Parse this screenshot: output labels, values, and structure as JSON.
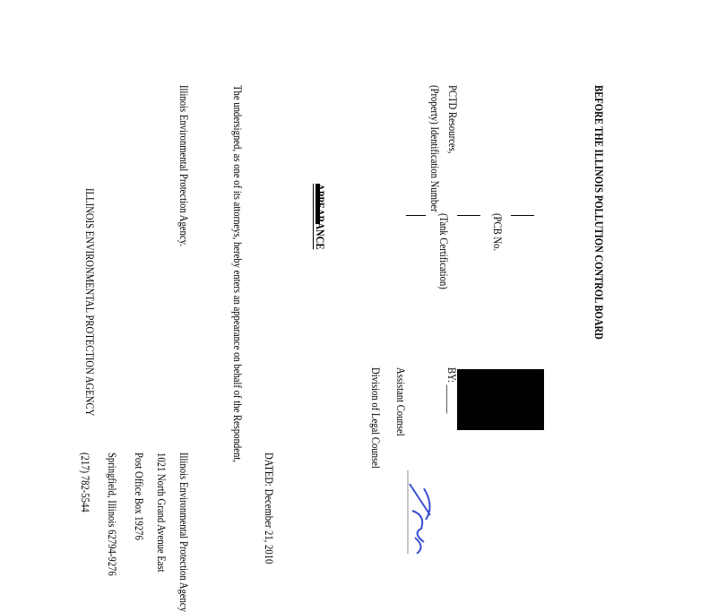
{
  "document": {
    "heading": "BEFORE THE ILLINOIS POLLUTION CONTROL BOARD",
    "caption": {
      "party_name": "PCTD Resources,",
      "petitioner_label": "(Property) Identification Number",
      "case_number": "",
      "pcb_label": "(PCB No.",
      "pcb_number": "",
      "matter": "(Tank Certification)"
    },
    "title": "APPEARANCE",
    "body": [
      "The undersigned, as one of its attorneys, hereby enters an appearance on behalf of the Respondent,",
      "Illinois Environmental Protection Agency."
    ],
    "agency_name": "ILLINOIS ENVIRONMENTAL PROTECTION AGENCY",
    "signature_block": {
      "by_label": "BY:",
      "title_line_1": "Assistant Counsel",
      "title_line_2": "Division of Legal Counsel"
    },
    "dated": "DATED: December 21, 2010",
    "address": [
      "Illinois Environmental Protection Agency",
      "1021 North Grand Avenue East",
      "Post Office Box 19276",
      "Springfield, Illinois 62794-9276",
      "(217) 782-5544"
    ],
    "signature_color": "#3a4fd0"
  }
}
